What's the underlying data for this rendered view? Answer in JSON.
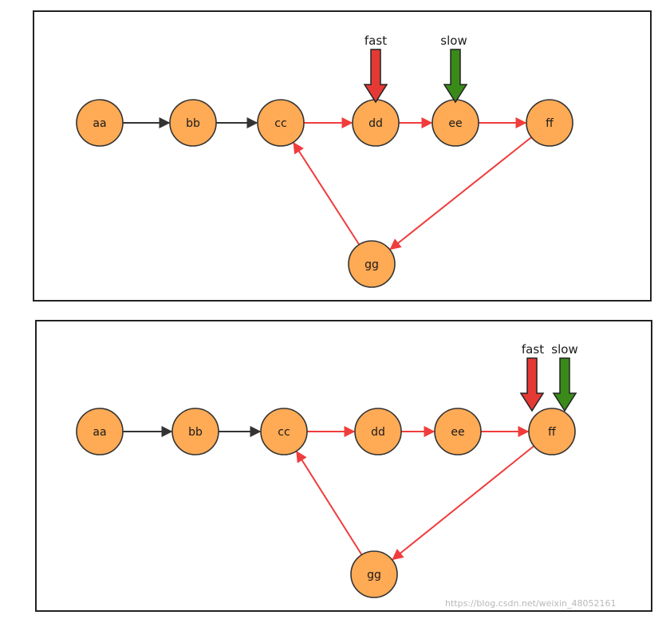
{
  "panels": [
    {
      "nodes": [
        {
          "id": "aa",
          "label": "aa"
        },
        {
          "id": "bb",
          "label": "bb"
        },
        {
          "id": "cc",
          "label": "cc"
        },
        {
          "id": "dd",
          "label": "dd"
        },
        {
          "id": "ee",
          "label": "ee"
        },
        {
          "id": "ff",
          "label": "ff"
        },
        {
          "id": "gg",
          "label": "gg"
        }
      ],
      "edges": [
        {
          "from": "aa",
          "to": "bb",
          "color": "#333333"
        },
        {
          "from": "bb",
          "to": "cc",
          "color": "#333333"
        },
        {
          "from": "cc",
          "to": "dd",
          "color": "#f03c3c"
        },
        {
          "from": "dd",
          "to": "ee",
          "color": "#f03c3c"
        },
        {
          "from": "ee",
          "to": "ff",
          "color": "#f03c3c"
        },
        {
          "from": "ff",
          "to": "gg",
          "color": "#f03c3c"
        },
        {
          "from": "gg",
          "to": "cc",
          "color": "#f03c3c"
        }
      ],
      "pointers": [
        {
          "label": "fast",
          "target": "dd",
          "color": "#e53935"
        },
        {
          "label": "slow",
          "target": "ee",
          "color": "#3a8a1a"
        }
      ]
    },
    {
      "nodes": [
        {
          "id": "aa",
          "label": "aa"
        },
        {
          "id": "bb",
          "label": "bb"
        },
        {
          "id": "cc",
          "label": "cc"
        },
        {
          "id": "dd",
          "label": "dd"
        },
        {
          "id": "ee",
          "label": "ee"
        },
        {
          "id": "ff",
          "label": "ff"
        },
        {
          "id": "gg",
          "label": "gg"
        }
      ],
      "edges": [
        {
          "from": "aa",
          "to": "bb",
          "color": "#333333"
        },
        {
          "from": "bb",
          "to": "cc",
          "color": "#333333"
        },
        {
          "from": "cc",
          "to": "dd",
          "color": "#f03c3c"
        },
        {
          "from": "dd",
          "to": "ee",
          "color": "#f03c3c"
        },
        {
          "from": "ee",
          "to": "ff",
          "color": "#f03c3c"
        },
        {
          "from": "ff",
          "to": "gg",
          "color": "#f03c3c"
        },
        {
          "from": "gg",
          "to": "cc",
          "color": "#f03c3c"
        }
      ],
      "pointers": [
        {
          "label": "fast",
          "target": "ff",
          "color": "#e53935"
        },
        {
          "label": "slow",
          "target": "ff",
          "color": "#3a8a1a"
        }
      ]
    }
  ],
  "node_fill": "#ffaa55",
  "watermark_url": "https://blog.csdn.net/weixin_48052161"
}
